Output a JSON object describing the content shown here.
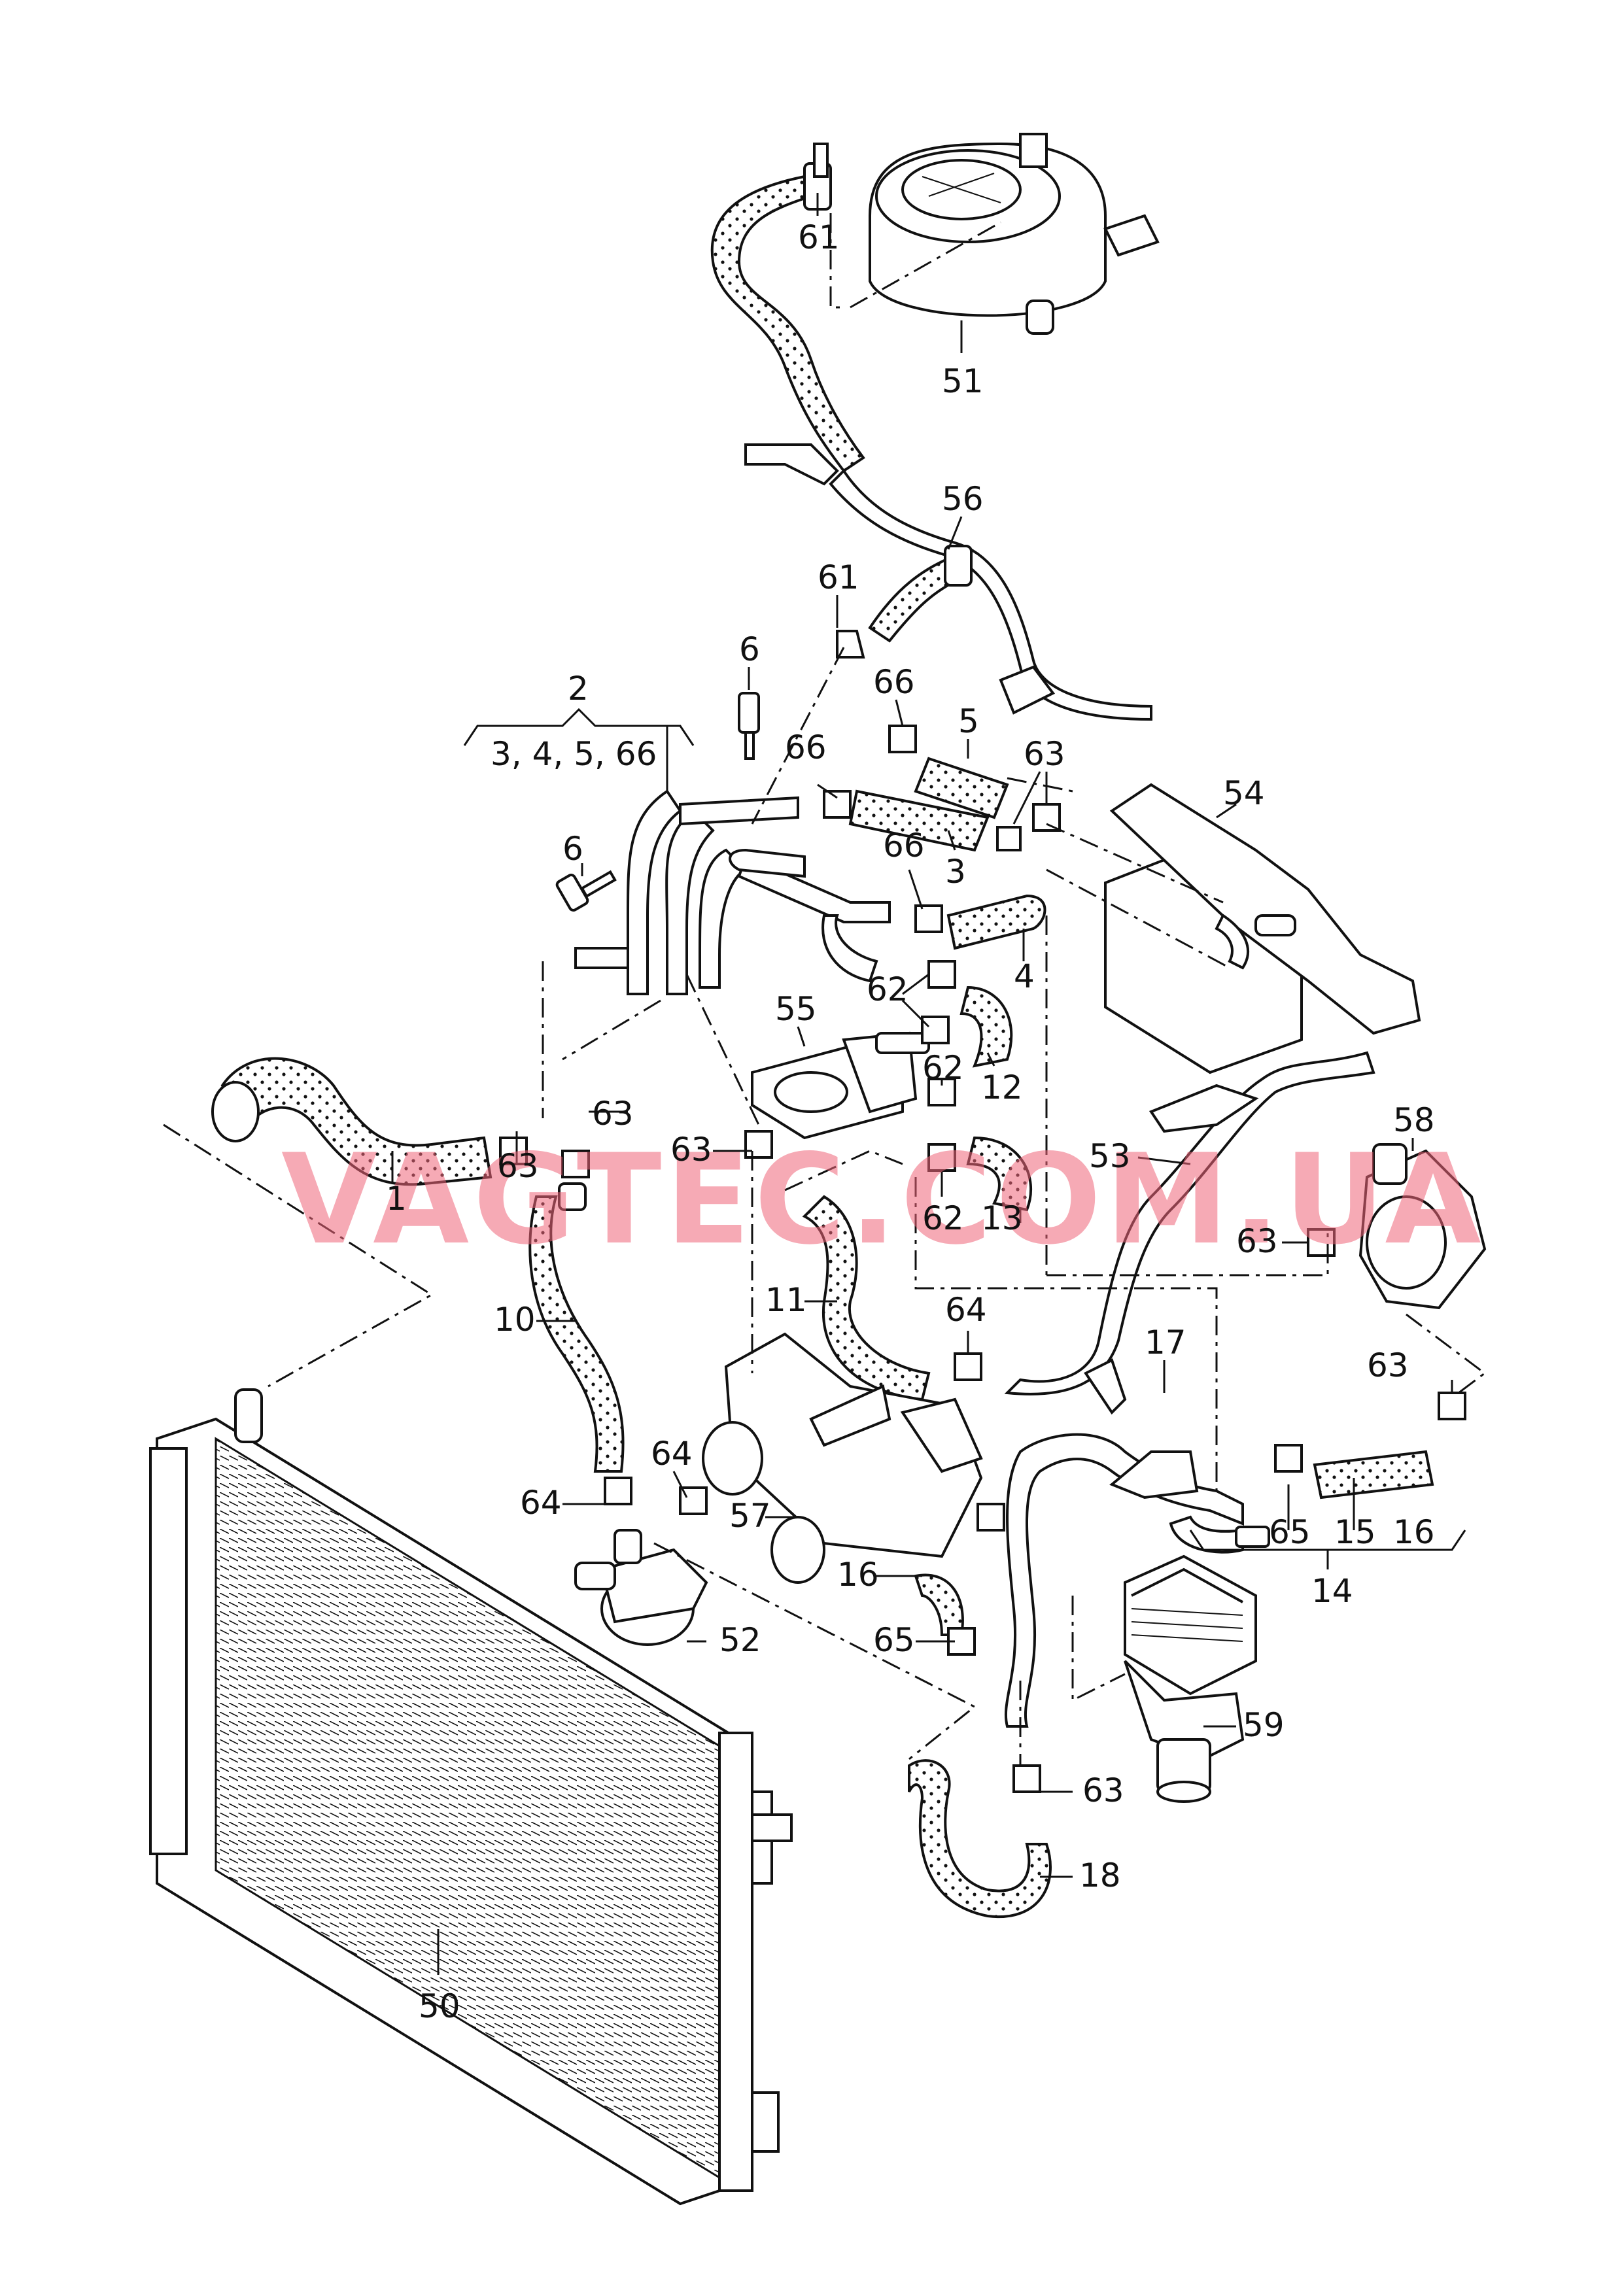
{
  "watermark": "VAGTEC.COM.UA",
  "callouts": {
    "c61_top": "61",
    "c51": "51",
    "c56": "56",
    "c61_mid": "61",
    "c6_top": "6",
    "c2": "2",
    "c2_sub": "3, 4, 5, 66",
    "c66_a": "66",
    "c5": "5",
    "c66_b": "66",
    "c63_a": "63",
    "c54": "54",
    "c6_left": "6",
    "c66_c": "66",
    "c3": "3",
    "c4": "4",
    "c62_a": "62",
    "c55": "55",
    "c12": "12",
    "c62_b": "62",
    "c63_b": "63",
    "c63_c": "63",
    "c63_d": "63",
    "c1": "1",
    "c53": "53",
    "c58": "58",
    "c62_c": "62",
    "c13": "13",
    "c63_e": "63",
    "c11": "11",
    "c10": "10",
    "c64_a": "64",
    "c17": "17",
    "c63_f": "63",
    "c64_b": "64",
    "c64_c": "64",
    "c57": "57",
    "c65_a": "65",
    "c15": "15",
    "c16_a": "16",
    "c14": "14",
    "c16_b": "16",
    "c52": "52",
    "c65_b": "65",
    "c59": "59",
    "c63_g": "63",
    "c18": "18",
    "c50": "50"
  }
}
